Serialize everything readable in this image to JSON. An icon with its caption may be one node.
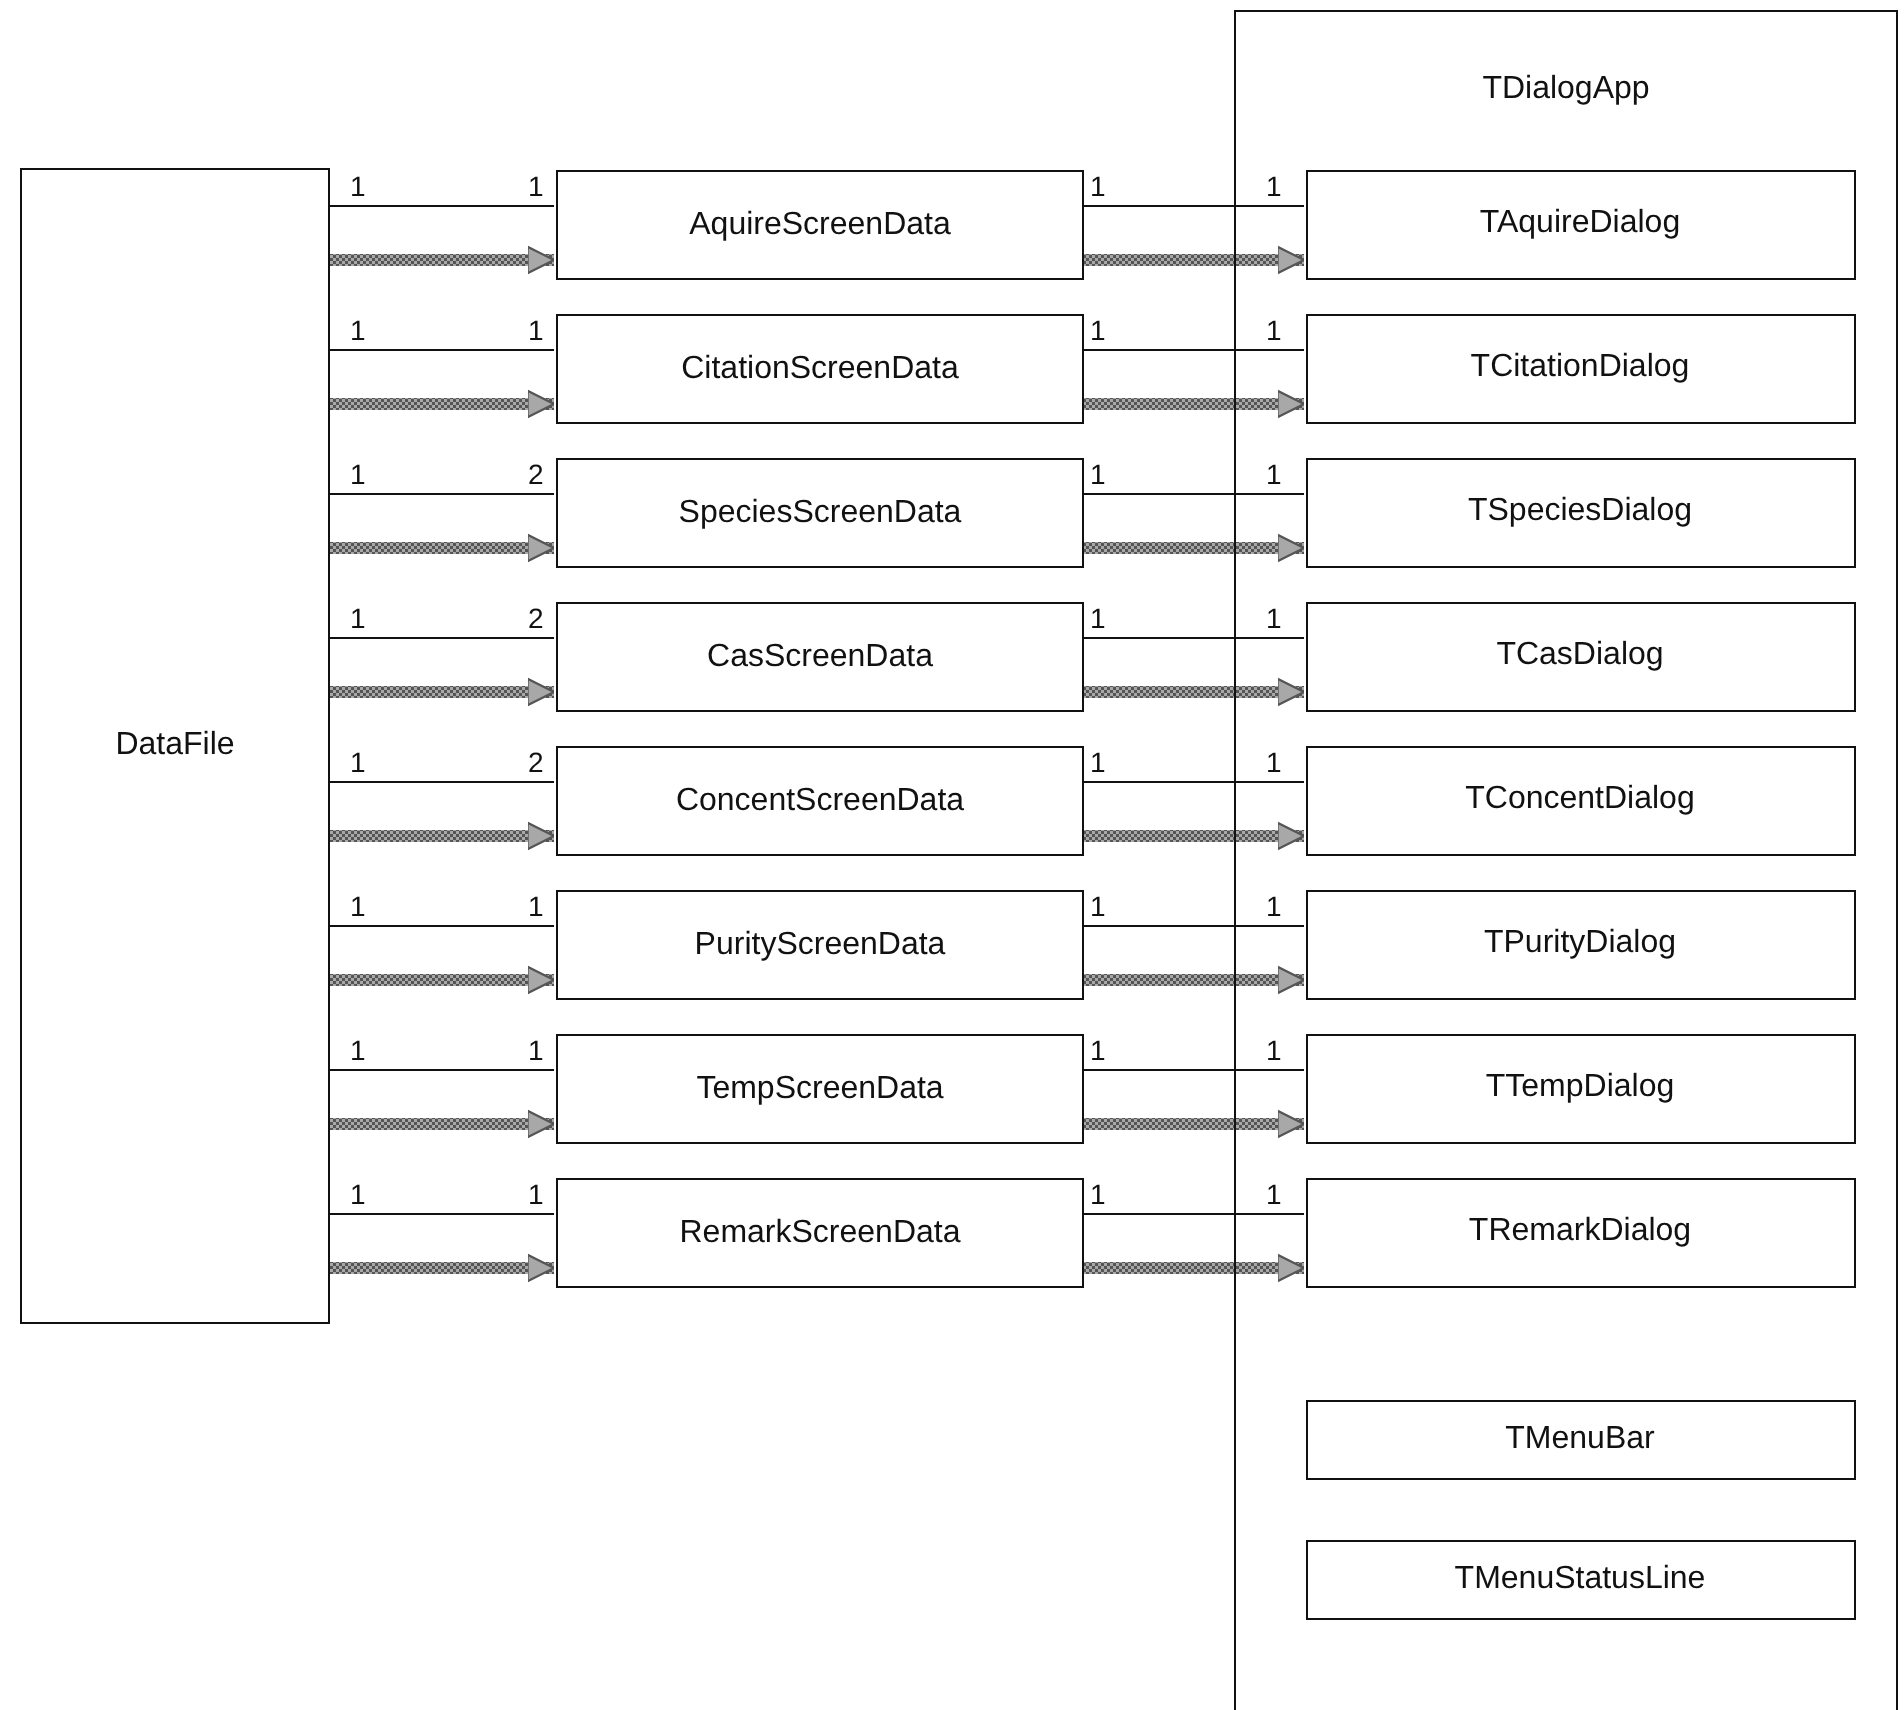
{
  "diagram": {
    "nodes": [
      {
        "text": [
          "DataFile"
        ]
      },
      {
        "text": [
          "AquireScreenData"
        ]
      },
      {
        "text": [
          "CitationScreenData"
        ]
      },
      {
        "text": [
          "SpeciesScreenData"
        ]
      },
      {
        "text": [
          "CasScreenData"
        ]
      },
      {
        "text": [
          "ConcentScreenData"
        ]
      },
      {
        "text": [
          "PurityScreenData"
        ]
      },
      {
        "text": [
          "TempScreenData"
        ]
      },
      {
        "text": [
          "RemarkScreenData"
        ]
      },
      {
        "text": [
          "TDialogApp"
        ]
      },
      {
        "text": [
          "TAquireDialog"
        ],
        "in": 9
      },
      {
        "text": [
          "TCitationDialog"
        ],
        "in": 9
      },
      {
        "text": [
          "TSpeciesDialog"
        ],
        "in": 9
      },
      {
        "text": [
          "TCasDialog"
        ],
        "in": 9
      },
      {
        "text": [
          "TConcentDialog"
        ],
        "in": 9
      },
      {
        "text": [
          "TPurityDialog"
        ],
        "in": 9
      },
      {
        "text": [
          "TTempDialog"
        ],
        "in": 9
      },
      {
        "text": [
          "TRemarkDialog"
        ],
        "in": 9
      },
      {
        "text": [
          "TMenuBar"
        ],
        "in": 9
      },
      {
        "text": [
          "TMenuStatusLine"
        ],
        "in": 9
      }
    ],
    "edges": [
      {
        "from": 0,
        "to": 1,
        "arrow": "none"
      },
      {
        "from": 0,
        "to": 1,
        "arrow": "to",
        "style": "thick",
        "color": "#a8a8a8"
      },
      {
        "from": 1,
        "to": 10,
        "arrow": "none"
      },
      {
        "from": 1,
        "to": 10,
        "arrow": "to",
        "style": "thick",
        "color": "#a8a8a8"
      },
      {
        "from": 0,
        "to": 2,
        "arrow": "none"
      },
      {
        "from": 0,
        "to": 2,
        "arrow": "to",
        "style": "thick",
        "color": "#a8a8a8"
      },
      {
        "from": 2,
        "to": 11,
        "arrow": "none"
      },
      {
        "from": 2,
        "to": 11,
        "arrow": "to",
        "style": "thick",
        "color": "#a8a8a8"
      },
      {
        "from": 0,
        "to": 3,
        "arrow": "none"
      },
      {
        "from": 0,
        "to": 3,
        "arrow": "to",
        "style": "thick",
        "color": "#a8a8a8"
      },
      {
        "from": 3,
        "to": 12,
        "arrow": "none"
      },
      {
        "from": 3,
        "to": 12,
        "arrow": "to",
        "style": "thick",
        "color": "#a8a8a8"
      },
      {
        "from": 0,
        "to": 4,
        "arrow": "none"
      },
      {
        "from": 0,
        "to": 4,
        "arrow": "to",
        "style": "thick",
        "color": "#a8a8a8"
      },
      {
        "from": 4,
        "to": 13,
        "arrow": "none"
      },
      {
        "from": 4,
        "to": 13,
        "arrow": "to",
        "style": "thick",
        "color": "#a8a8a8"
      },
      {
        "from": 0,
        "to": 5,
        "arrow": "none"
      },
      {
        "from": 0,
        "to": 5,
        "arrow": "to",
        "style": "thick",
        "color": "#a8a8a8"
      },
      {
        "from": 5,
        "to": 14,
        "arrow": "none"
      },
      {
        "from": 5,
        "to": 14,
        "arrow": "to",
        "style": "thick",
        "color": "#a8a8a8"
      },
      {
        "from": 0,
        "to": 6,
        "arrow": "none"
      },
      {
        "from": 0,
        "to": 6,
        "arrow": "to",
        "style": "thick",
        "color": "#a8a8a8"
      },
      {
        "from": 6,
        "to": 15,
        "arrow": "none"
      },
      {
        "from": 6,
        "to": 15,
        "arrow": "to",
        "style": "thick",
        "color": "#a8a8a8"
      },
      {
        "from": 0,
        "to": 7,
        "arrow": "none"
      },
      {
        "from": 0,
        "to": 7,
        "arrow": "to",
        "style": "thick",
        "color": "#a8a8a8"
      },
      {
        "from": 7,
        "to": 16,
        "arrow": "none"
      },
      {
        "from": 7,
        "to": 16,
        "arrow": "to",
        "style": "thick",
        "color": "#a8a8a8"
      },
      {
        "from": 0,
        "to": 8,
        "arrow": "none"
      },
      {
        "from": 0,
        "to": 8,
        "arrow": "to",
        "style": "thick",
        "color": "#a8a8a8"
      },
      {
        "from": 8,
        "to": 17,
        "arrow": "none"
      },
      {
        "from": 8,
        "to": 17,
        "arrow": "to",
        "style": "thick",
        "color": "#a8a8a8"
      }
    ],
    "labels": [
      "1",
      "1",
      "1",
      "1",
      "1",
      "1",
      "1",
      "1",
      "1",
      "2",
      "1",
      "1",
      "1",
      "2",
      "1",
      "1",
      "1",
      "2",
      "1",
      "1",
      "1",
      "1",
      "1",
      "1",
      "1",
      "1",
      "1",
      "1",
      "1",
      "1",
      "1",
      "1"
    ]
  }
}
